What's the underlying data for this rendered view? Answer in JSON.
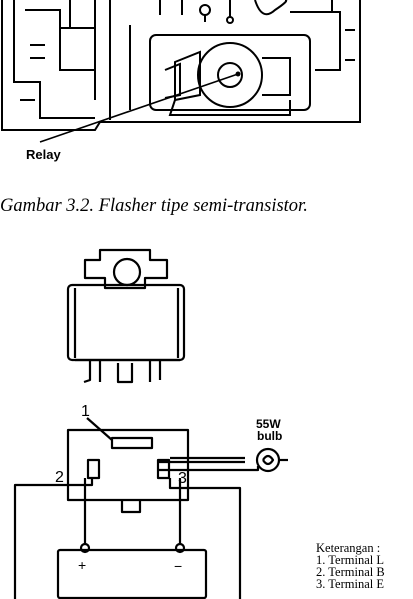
{
  "top_figure": {
    "label_relay": "Relay"
  },
  "caption": "Gambar 3.2. Flasher tipe semi-transistor.",
  "bottom_figure": {
    "label_1": "1",
    "label_2": "2",
    "label_3": "3",
    "bulb_label_line1": "55W",
    "bulb_label_line2": "bulb",
    "plus": "+",
    "minus": "−"
  },
  "legend": {
    "title": "Keterangan :",
    "items": [
      "1. Terminal L",
      "2. Terminal B",
      "3. Terminal E"
    ]
  }
}
